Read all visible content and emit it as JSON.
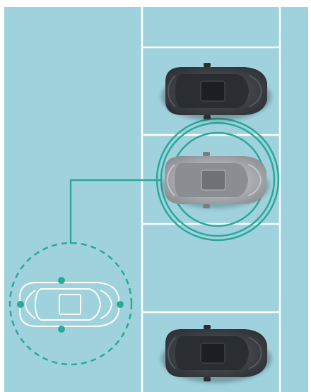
{
  "colors": {
    "background": "#9fd2dd",
    "frame": "#ffffff",
    "lane_lines": "#ffffff",
    "accent_teal": "#2aa89a",
    "dark_car_body": "#3d4044",
    "dark_car_roof": "#2a2d31",
    "silver_car_body": "#a9abad",
    "silver_car_roof": "#6e7175",
    "outline_car": "#ffffff"
  },
  "icons": {
    "parked_car_top": "dark-car-top-view-icon",
    "target_car": "silver-car-top-view-icon",
    "outline_car": "car-outline-icon",
    "signal_rings": "wireless-signal-rings-icon",
    "sensor_dots": "sensor-dot-icon"
  },
  "scene": {
    "parking_spaces": 4,
    "parked_cars": 3,
    "highlighted_space_index": 2,
    "sensor_count": 4
  }
}
